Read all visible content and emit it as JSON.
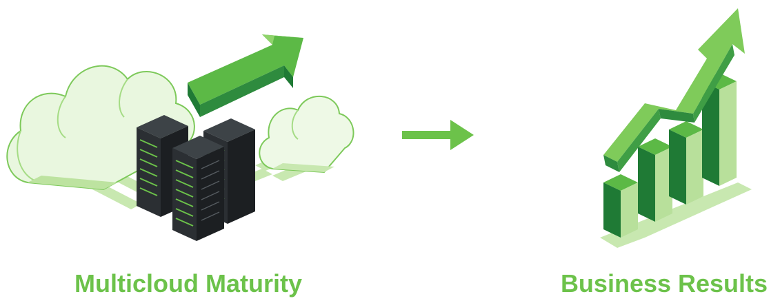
{
  "left": {
    "label": "Multicloud Maturity",
    "icon": "cloud-server-illustration"
  },
  "right": {
    "label": "Business Results",
    "icon": "growth-bar-chart-illustration"
  },
  "connector": {
    "icon": "right-arrow-icon"
  },
  "colors": {
    "label_green": "#6cc24a",
    "light_green": "#8fd36b",
    "mid_green": "#4caf50",
    "dark_green": "#1e7a34",
    "pale_green": "#c8e8b0",
    "server_dark": "#2b2f33"
  }
}
